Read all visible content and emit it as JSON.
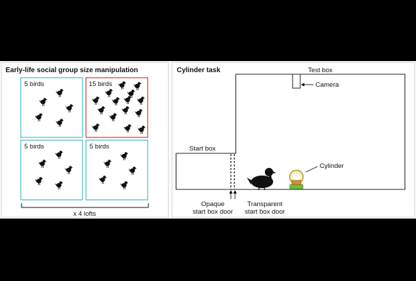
{
  "left_panel": {
    "title": "Early-life social group size manipulation",
    "groups": [
      {
        "label": "5 birds",
        "frame_color": "#46bcc2"
      },
      {
        "label": "15 birds",
        "frame_color": "#d23a3a"
      },
      {
        "label": "5 birds",
        "frame_color": "#46bcc2"
      },
      {
        "label": "5 birds",
        "frame_color": "#46bcc2"
      }
    ],
    "lofts_label": "x 4 lofts"
  },
  "right_panel": {
    "title": "Cylinder task",
    "test_box_label": "Test box",
    "camera_label": "Camera",
    "start_box_label": "Start box",
    "cylinder_label": "Cylinder",
    "opaque_door_label": [
      "Opaque",
      "start box door"
    ],
    "transparent_door_label": [
      "Transparent",
      "start box door"
    ]
  },
  "colors": {
    "background": "#000000",
    "panel": "#ffffff",
    "panel_border": "#d0d0d0",
    "bird": "#111111",
    "cylinder_ring": "#c8b23a",
    "cylinder_base": "#6cc23a",
    "cylinder_cup": "#d98a3a"
  },
  "icons": [
    "bird-icon",
    "camera-icon",
    "cylinder-icon"
  ]
}
